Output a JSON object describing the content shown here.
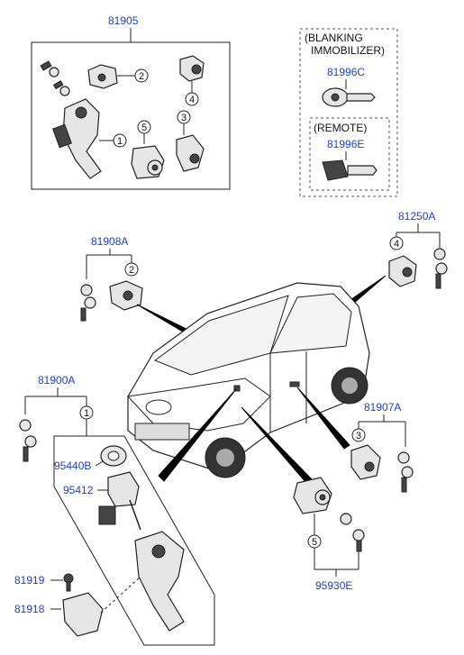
{
  "parts": {
    "p81905": "81905",
    "p81996c": "81996C",
    "p81996e": "81996E",
    "p81908a": "81908A",
    "p81250a": "81250A",
    "p81900a": "81900A",
    "p81907a": "81907A",
    "p95440b": "95440B",
    "p95412": "95412",
    "p81919": "81919",
    "p81918": "81918",
    "p95930e": "95930E"
  },
  "labels": {
    "blanking_line1": "(BLANKING",
    "blanking_line2": "IMMOBILIZER)",
    "remote": "(REMOTE)"
  },
  "callouts": {
    "c1": "1",
    "c2": "2",
    "c3": "3",
    "c4": "4",
    "c5": "5"
  },
  "colors": {
    "part_number": "#1f3fbf",
    "line": "#222222"
  }
}
